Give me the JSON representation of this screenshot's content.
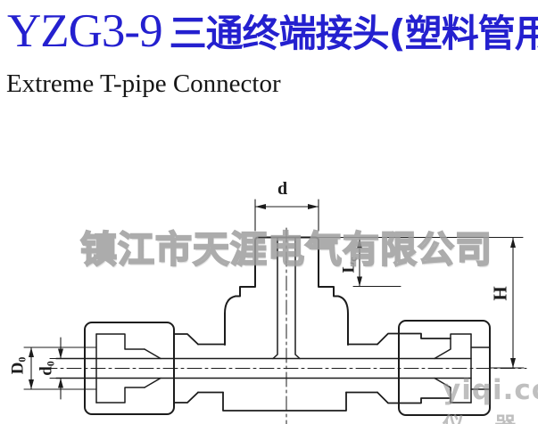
{
  "header": {
    "model": "YZG3-9",
    "title_cn": "三通终端接头(塑料管用)",
    "subtitle": "Extreme T-pipe Connector"
  },
  "watermark": {
    "company": "镇江市天涯电气有限公司",
    "site_domain": "yiqi.com",
    "site_name": "仪 器 网"
  },
  "drawing": {
    "type": "technical-drawing",
    "view": "section of tee compression fitting with two side nuts, top branch pipe and through tube",
    "dimensions": {
      "branch_pipe_diameter": {
        "label": "d"
      },
      "branch_insert_length": {
        "label": "L",
        "sub": "c"
      },
      "height": {
        "label": "H"
      },
      "pipe_outer_diameter": {
        "label": "D",
        "sub": "0"
      },
      "pipe_inner_diameter": {
        "label": "d",
        "sub": "0"
      }
    }
  },
  "colors": {
    "title_blue": "#2420cf",
    "line": "#1c1c1c",
    "watermark_grey": "#9e9e9e",
    "background": "#ffffff"
  }
}
